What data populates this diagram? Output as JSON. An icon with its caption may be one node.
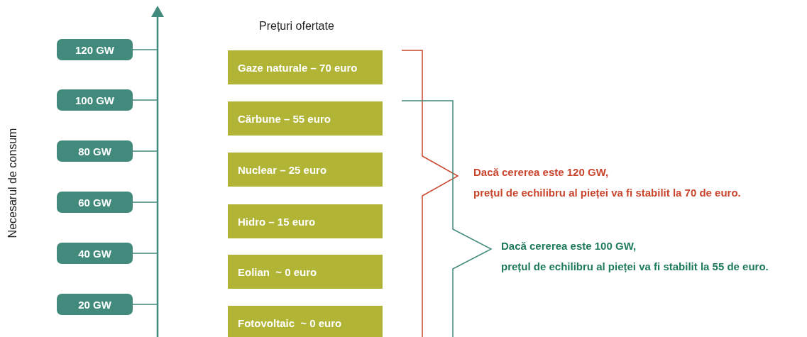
{
  "diagram": {
    "nodes": [
      {
        "text": [
          "120 GW"
        ]
      },
      {
        "text": [
          "100 GW"
        ]
      },
      {
        "text": [
          "80 GW"
        ]
      },
      {
        "text": [
          "60 GW"
        ]
      },
      {
        "text": [
          "40 GW"
        ]
      },
      {
        "text": [
          "20 GW"
        ]
      },
      {
        "text": [
          "Gaze naturale – 70 euro"
        ]
      },
      {
        "text": [
          "Cărbune – 55 euro"
        ]
      },
      {
        "text": [
          "Nuclear – 25 euro"
        ]
      },
      {
        "text": [
          "Hidro – 15 euro"
        ]
      },
      {
        "text": [
          "Eolian  ~ 0 euro"
        ]
      },
      {
        "text": [
          "Fotovoltaic  ~ 0 euro"
        ]
      },
      {
        "text": [],
        "shape": "bar"
      }
    ],
    "edges": [
      {
        "from": 0,
        "to": 12,
        "arrow": "none"
      },
      {
        "from": 1,
        "to": 12,
        "arrow": "none"
      },
      {
        "from": 2,
        "to": 12,
        "arrow": "none"
      },
      {
        "from": 3,
        "to": 12,
        "arrow": "none"
      },
      {
        "from": 4,
        "to": 12,
        "arrow": "none"
      },
      {
        "from": 5,
        "to": 12,
        "arrow": "none"
      }
    ],
    "labels": [
      "Necesarul de consum",
      "Prețuri ofertate",
      "Dacă cererea este 120 GW, prețul de echilibru al pieței va fi stabilit la 70 de euro.",
      "Dacă cererea este 100 GW, prețul de echilibru al pieței va fi stabilit la 55 de euro."
    ]
  }
}
